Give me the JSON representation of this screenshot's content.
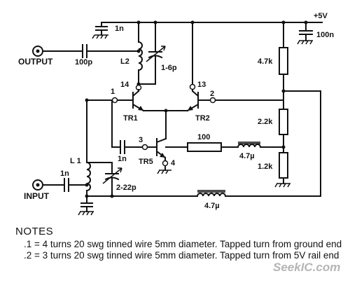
{
  "diagram": {
    "supply_label": "+5V",
    "output_label": "OUTPUT",
    "input_label": "INPUT",
    "components": {
      "c_top": "1n",
      "c_out": "100p",
      "c_supply": "100n",
      "l2": "L2",
      "vc_top": "1-6p",
      "r_top": "4.7k",
      "r_mid": "2.2k",
      "r_bot": "1.2k",
      "tr1": "TR1",
      "tr2": "TR2",
      "tr5": "TR5",
      "c_base": "1n",
      "r_series": "100",
      "choke_small": "4.7µ",
      "l1": "L 1",
      "c_in": "1n",
      "vc_bot": "2-22p",
      "choke_big": "4.7µ"
    },
    "pins": {
      "p14": "14",
      "p13": "13",
      "p1": "1",
      "p2": "2",
      "p3": "3",
      "p4": "4"
    }
  },
  "notes": {
    "title": "NOTES",
    "items": [
      ".1 = 4 turns 20 swg tinned wire 5mm diameter. Tapped turn from ground end",
      ".2 = 3 turns 20 swg tinned wire 5mm diameter. Tapped turn from 5V rail end"
    ]
  },
  "watermark": "SeekIC.com"
}
